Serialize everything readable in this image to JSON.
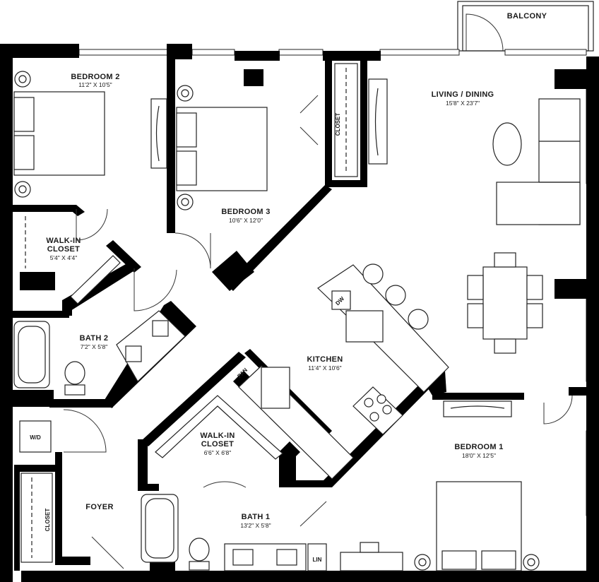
{
  "rooms": {
    "balcony": {
      "name": "BALCONY"
    },
    "bedroom2": {
      "name": "BEDROOM 2",
      "dims": "11'2\" X 10'5\""
    },
    "bedroom3": {
      "name": "BEDROOM 3",
      "dims": "10'6\" X 12'0\""
    },
    "living": {
      "name": "LIVING / DINING",
      "dims": "15'8\" X 23'7\""
    },
    "walkin_closet_a": {
      "name_line1": "WALK-IN",
      "name_line2": "CLOSET",
      "dims": "5'4\" X 4'4\""
    },
    "bath2": {
      "name": "BATH 2",
      "dims": "7'2\" X 5'8\""
    },
    "kitchen": {
      "name": "KITCHEN",
      "dims": "11'4\" X 10'6\""
    },
    "walkin_closet_b": {
      "name_line1": "WALK-IN",
      "name_line2": "CLOSET",
      "dims": "6'6\" X 6'8\""
    },
    "bedroom1": {
      "name": "BEDROOM 1",
      "dims": "18'0\" X 12'5\""
    },
    "foyer": {
      "name": "FOYER"
    },
    "bath1": {
      "name": "BATH 1",
      "dims": "13'2\" X 5'8\""
    }
  },
  "tags": {
    "closet_top": "CLOSET",
    "closet_foyer": "CLOSET",
    "washer_dryer": "W/D",
    "dishwasher": "DW",
    "pantry": "PAN",
    "linen": "LIN"
  }
}
